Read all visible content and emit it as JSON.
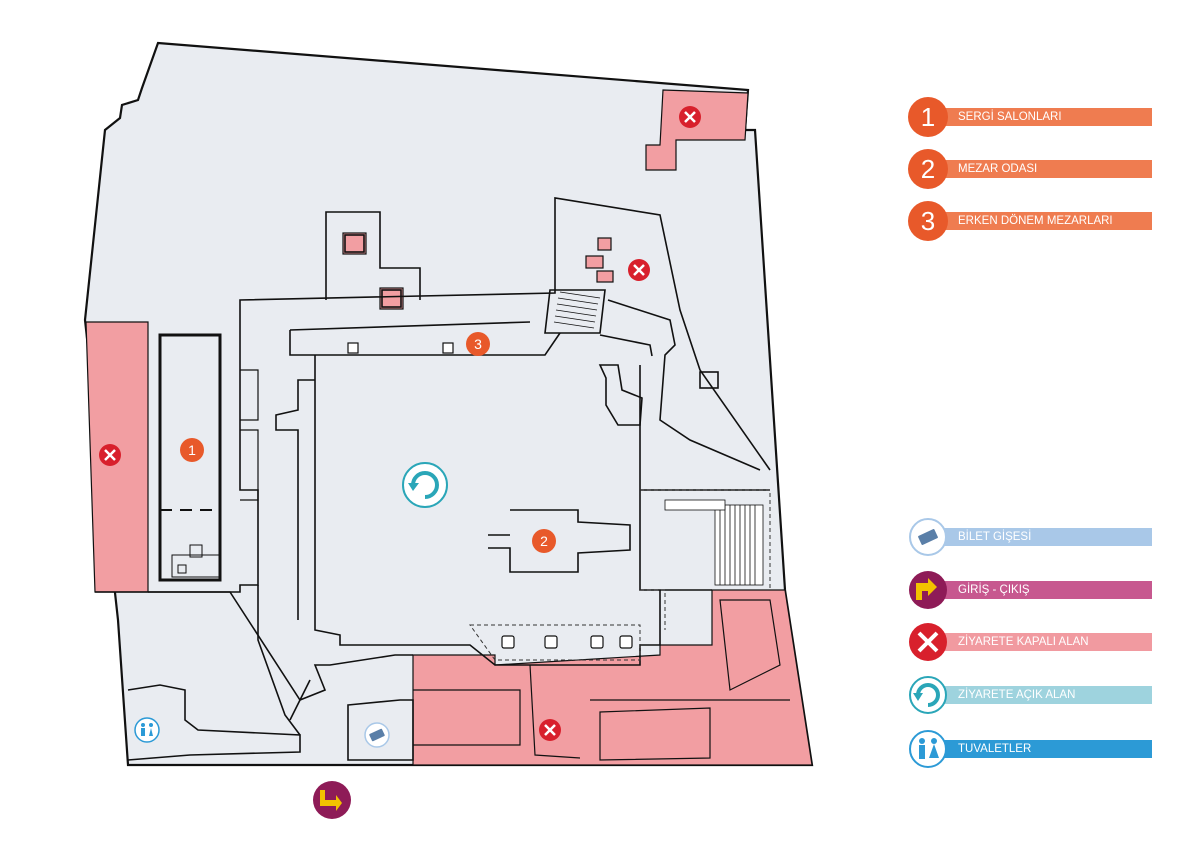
{
  "map": {
    "markers": {
      "zone_1": "1",
      "zone_2": "2",
      "zone_3": "3"
    }
  },
  "legend": {
    "numbered": [
      {
        "number": "1",
        "label": "SERGİ SALONLARI",
        "color": "#ef7c50"
      },
      {
        "number": "2",
        "label": "MEZAR ODASI",
        "color": "#ef7c50"
      },
      {
        "number": "3",
        "label": "ERKEN DÖNEM MEZARLARI",
        "color": "#ef7c50"
      }
    ],
    "icons": [
      {
        "icon": "ticket-icon",
        "label": "BİLET GİŞESİ",
        "color": "#a9c8e8"
      },
      {
        "icon": "entrance-exit-icon",
        "label": "GİRİŞ - ÇIKIŞ",
        "color": "#c7588f"
      },
      {
        "icon": "closed-area-icon",
        "label": "ZİYARETE KAPALI ALAN",
        "color": "#f19aa0"
      },
      {
        "icon": "open-area-icon",
        "label": "ZİYARETE AÇIK ALAN",
        "color": "#9ed3de"
      },
      {
        "icon": "toilet-icon",
        "label": "TUVALETLER",
        "color": "#2c9ad6"
      }
    ]
  },
  "colors": {
    "ground": "#e9ecf1",
    "closed": "#f29ea2",
    "orange": "#e8592a",
    "purple": "#8e1b57",
    "yellow": "#f2c200",
    "red": "#d8202c",
    "teal": "#2aa6b8"
  }
}
